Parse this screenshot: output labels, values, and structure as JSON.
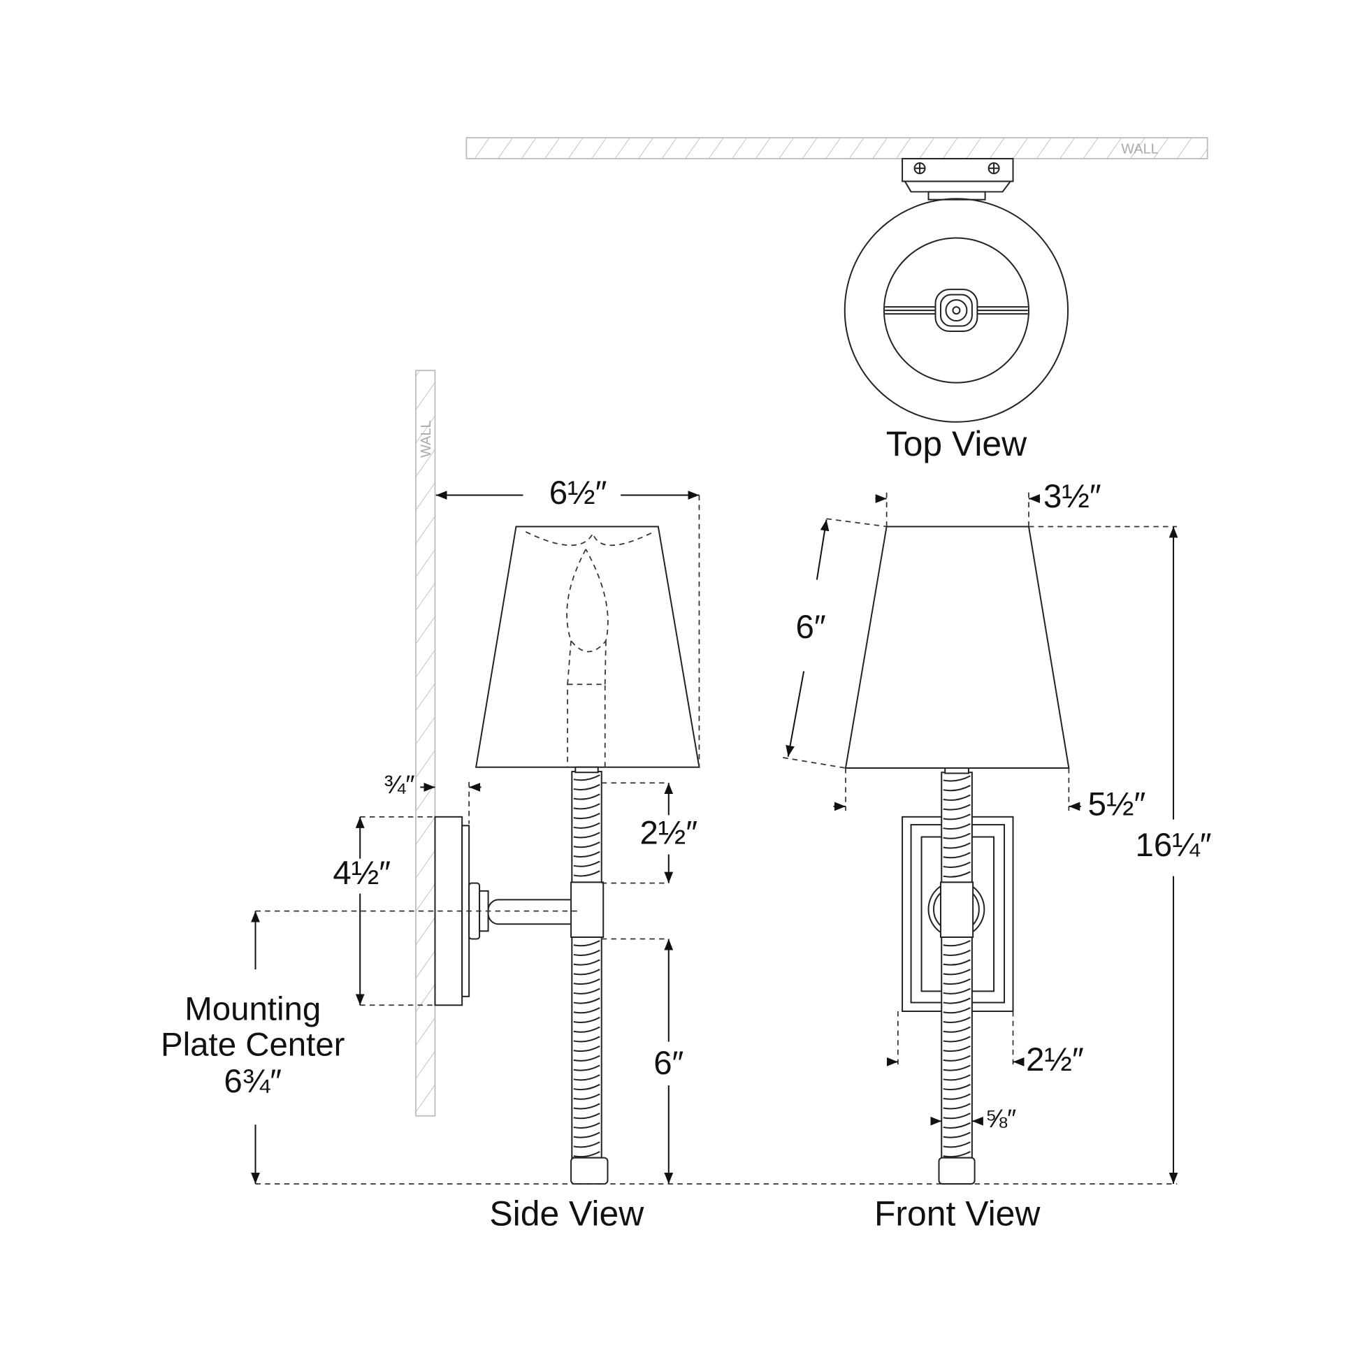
{
  "views": {
    "top": {
      "title": "Top View",
      "wall_label": "WALL"
    },
    "side": {
      "title": "Side View",
      "wall_label": "WALL",
      "dims": {
        "width": "6½″",
        "projection": "¾″",
        "plate_height": "4½″",
        "arm_to_top": "2½″",
        "arm_to_bottom": "6″"
      },
      "mounting_label": [
        "Mounting",
        "Plate Center",
        "6¾″"
      ]
    },
    "front": {
      "title": "Front View",
      "dims": {
        "shade_top": "3½″",
        "shade_height": "6″",
        "shade_bottom": "5½″",
        "overall_height": "16¼″",
        "plate_width": "2½″",
        "stem_width": "⅝″"
      }
    }
  },
  "colors": {
    "line": "#222222",
    "wall_hatch": "#bbbbbb",
    "background": "#ffffff"
  }
}
